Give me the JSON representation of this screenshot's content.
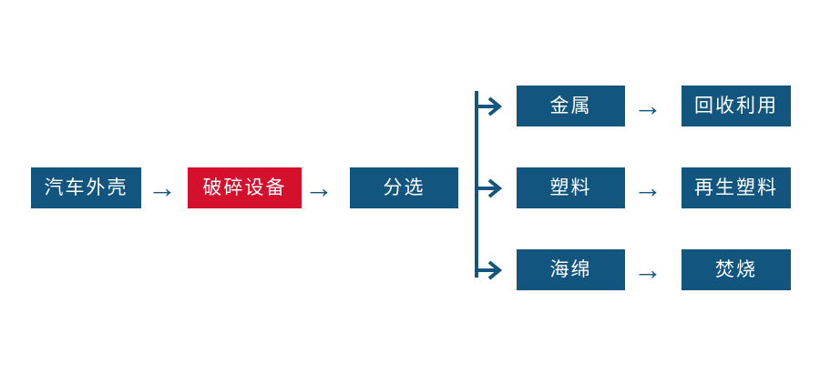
{
  "colors": {
    "node_blue": "#125680",
    "node_red": "#D5102D",
    "connector_blue": "#125680",
    "text_white": "#FFFFFF",
    "background": "#FFFFFF"
  },
  "icons": {
    "arrow_right": "→"
  },
  "flow": {
    "main_nodes": [
      {
        "label": "汽车外壳",
        "color": "blue"
      },
      {
        "label": "破碎设备",
        "color": "red"
      },
      {
        "label": "分选",
        "color": "blue"
      }
    ],
    "branches": [
      {
        "label": "金属",
        "result_label": "回收利用"
      },
      {
        "label": "塑料",
        "result_label": "再生塑料"
      },
      {
        "label": "海绵",
        "result_label": "焚烧"
      }
    ]
  }
}
